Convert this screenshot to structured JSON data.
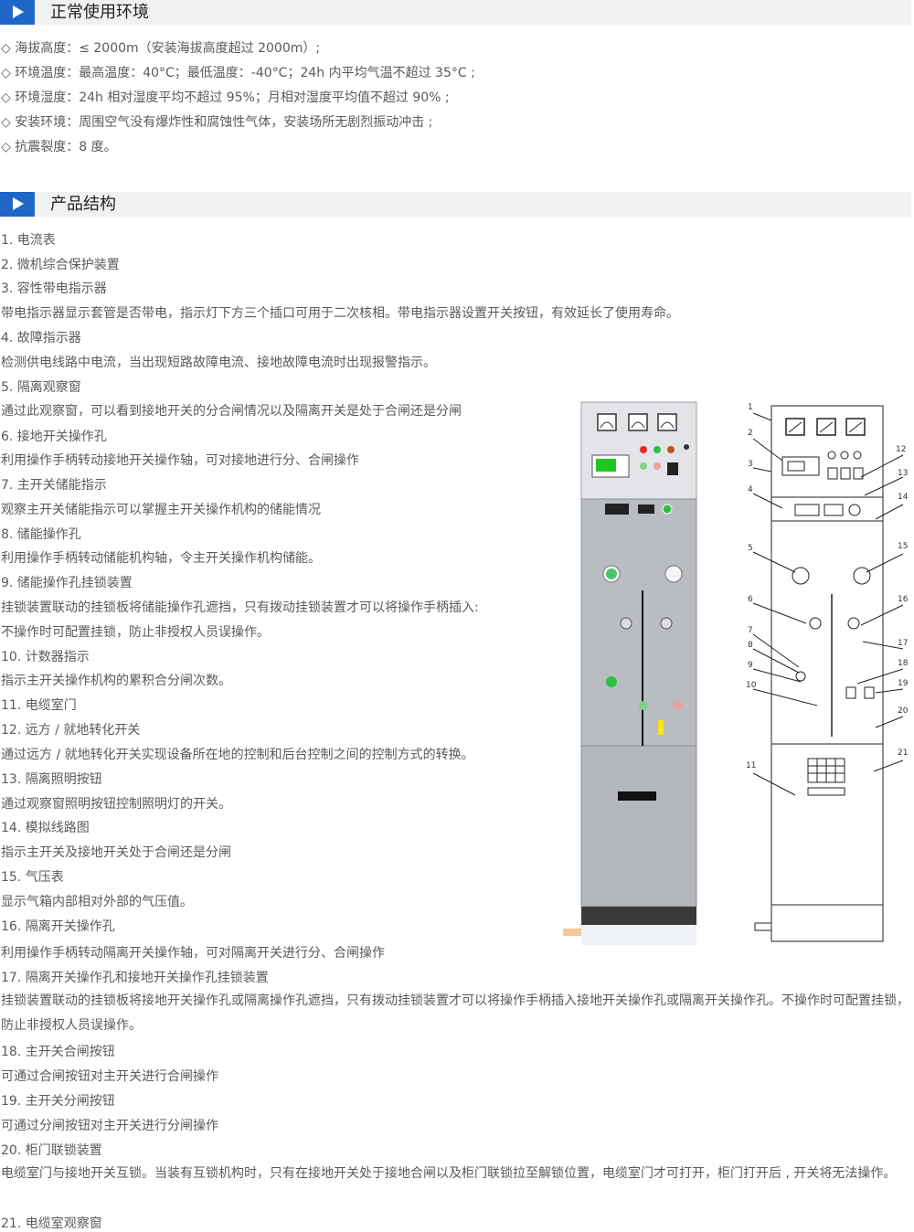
{
  "section1": {
    "title": "正常使用环境",
    "items": [
      "◇ 海拔高度：≤ 2000m（安装海拔高度超过 2000m）;",
      "◇ 环境温度：最高温度：40°C；最低温度：-40°C；24h 内平均气温不超过 35°C ;",
      "◇ 环境湿度：24h 相对湿度平均不超过 95%；月相对湿度平均值不超过 90% ;",
      "◇ 安装环境：周围空气没有爆炸性和腐蚀性气体，安装场所无剧烈振动冲击 ;",
      "◇ 抗震裂度：8 度。"
    ]
  },
  "section2": {
    "title": "产品结构",
    "lines": [
      "1. 电流表",
      "2. 微机综合保护装置",
      "3. 容性带电指示器",
      "带电指示器显示套管是否带电，指示灯下方三个插口可用于二次核相。带电指示器设置开关按钮，有效延长了使用寿命。",
      "4. 故障指示器",
      "检测供电线路中电流，当出现短路故障电流、接地故障电流时出现报警指示。",
      "5. 隔离观察窗",
      "通过此观察窗，可以看到接地开关的分合闸情况以及隔离开关是处于合闸还是分闸",
      "6. 接地开关操作孔",
      "利用操作手柄转动接地开关操作轴，可对接地进行分、合闸操作",
      "7. 主开关储能指示",
      "观察主开关储能指示可以掌握主开关操作机构的储能情况",
      "8. 储能操作孔",
      "利用操作手柄转动储能机构轴，令主开关操作机构储能。",
      "9. 储能操作孔挂锁装置",
      "挂锁装置联动的挂锁板将储能操作孔遮挡，只有拨动挂锁装置才可以将操作手柄插入:",
      "不操作时可配置挂锁，防止非授权人员误操作。",
      "10. 计数器指示",
      "指示主开关操作机构的累积合分闸次数。",
      "11. 电缆室门",
      "12. 远方 / 就地转化开关",
      "通过远方 / 就地转化开关实现设备所在地的控制和后台控制之间的控制方式的转换。",
      "13. 隔离照明按钮",
      "通过观察窗照明按钮控制照明灯的开关。",
      "14. 模拟线路图",
      "指示主开关及接地开关处于合闸还是分闸",
      "15. 气压表",
      "显示气箱内部相对外部的气压值。",
      "16. 隔离开关操作孔",
      "利用操作手柄转动隔离开关操作轴，可对隔离开关进行分、合闸操作",
      "17. 隔离开关操作孔和接地开关操作孔挂锁装置"
    ],
    "para17": "挂锁装置联动的挂锁板将接地开关操作孔或隔离操作孔遮挡，只有拨动挂锁装置才可以将操作手柄插入接地开关操作孔或隔离开关操作孔。不操作时可配置挂锁，防止非授权人员误操作。",
    "lines2": [
      "18. 主开关合闸按钮",
      "可通过合闸按钮对主开关进行合闸操作",
      "19. 主开关分闸按钮",
      "可通过分闸按钮对主开关进行分闸操作",
      "20. 柜门联锁装置"
    ],
    "para20": "电缆室门与接地开关互锁。当装有互锁机构时，只有在接地开关处于接地合闸以及柜门联锁拉至解锁位置，电缆室门才可打开，柜门打开后 , 开关将无法操作。",
    "last": "21. 电缆室观察窗"
  },
  "figure": {
    "callouts": [
      "1",
      "2",
      "3",
      "4",
      "5",
      "6",
      "7",
      "8",
      "9",
      "10",
      "11",
      "12",
      "13",
      "14",
      "15",
      "16",
      "17",
      "18",
      "19",
      "20",
      "21"
    ]
  }
}
